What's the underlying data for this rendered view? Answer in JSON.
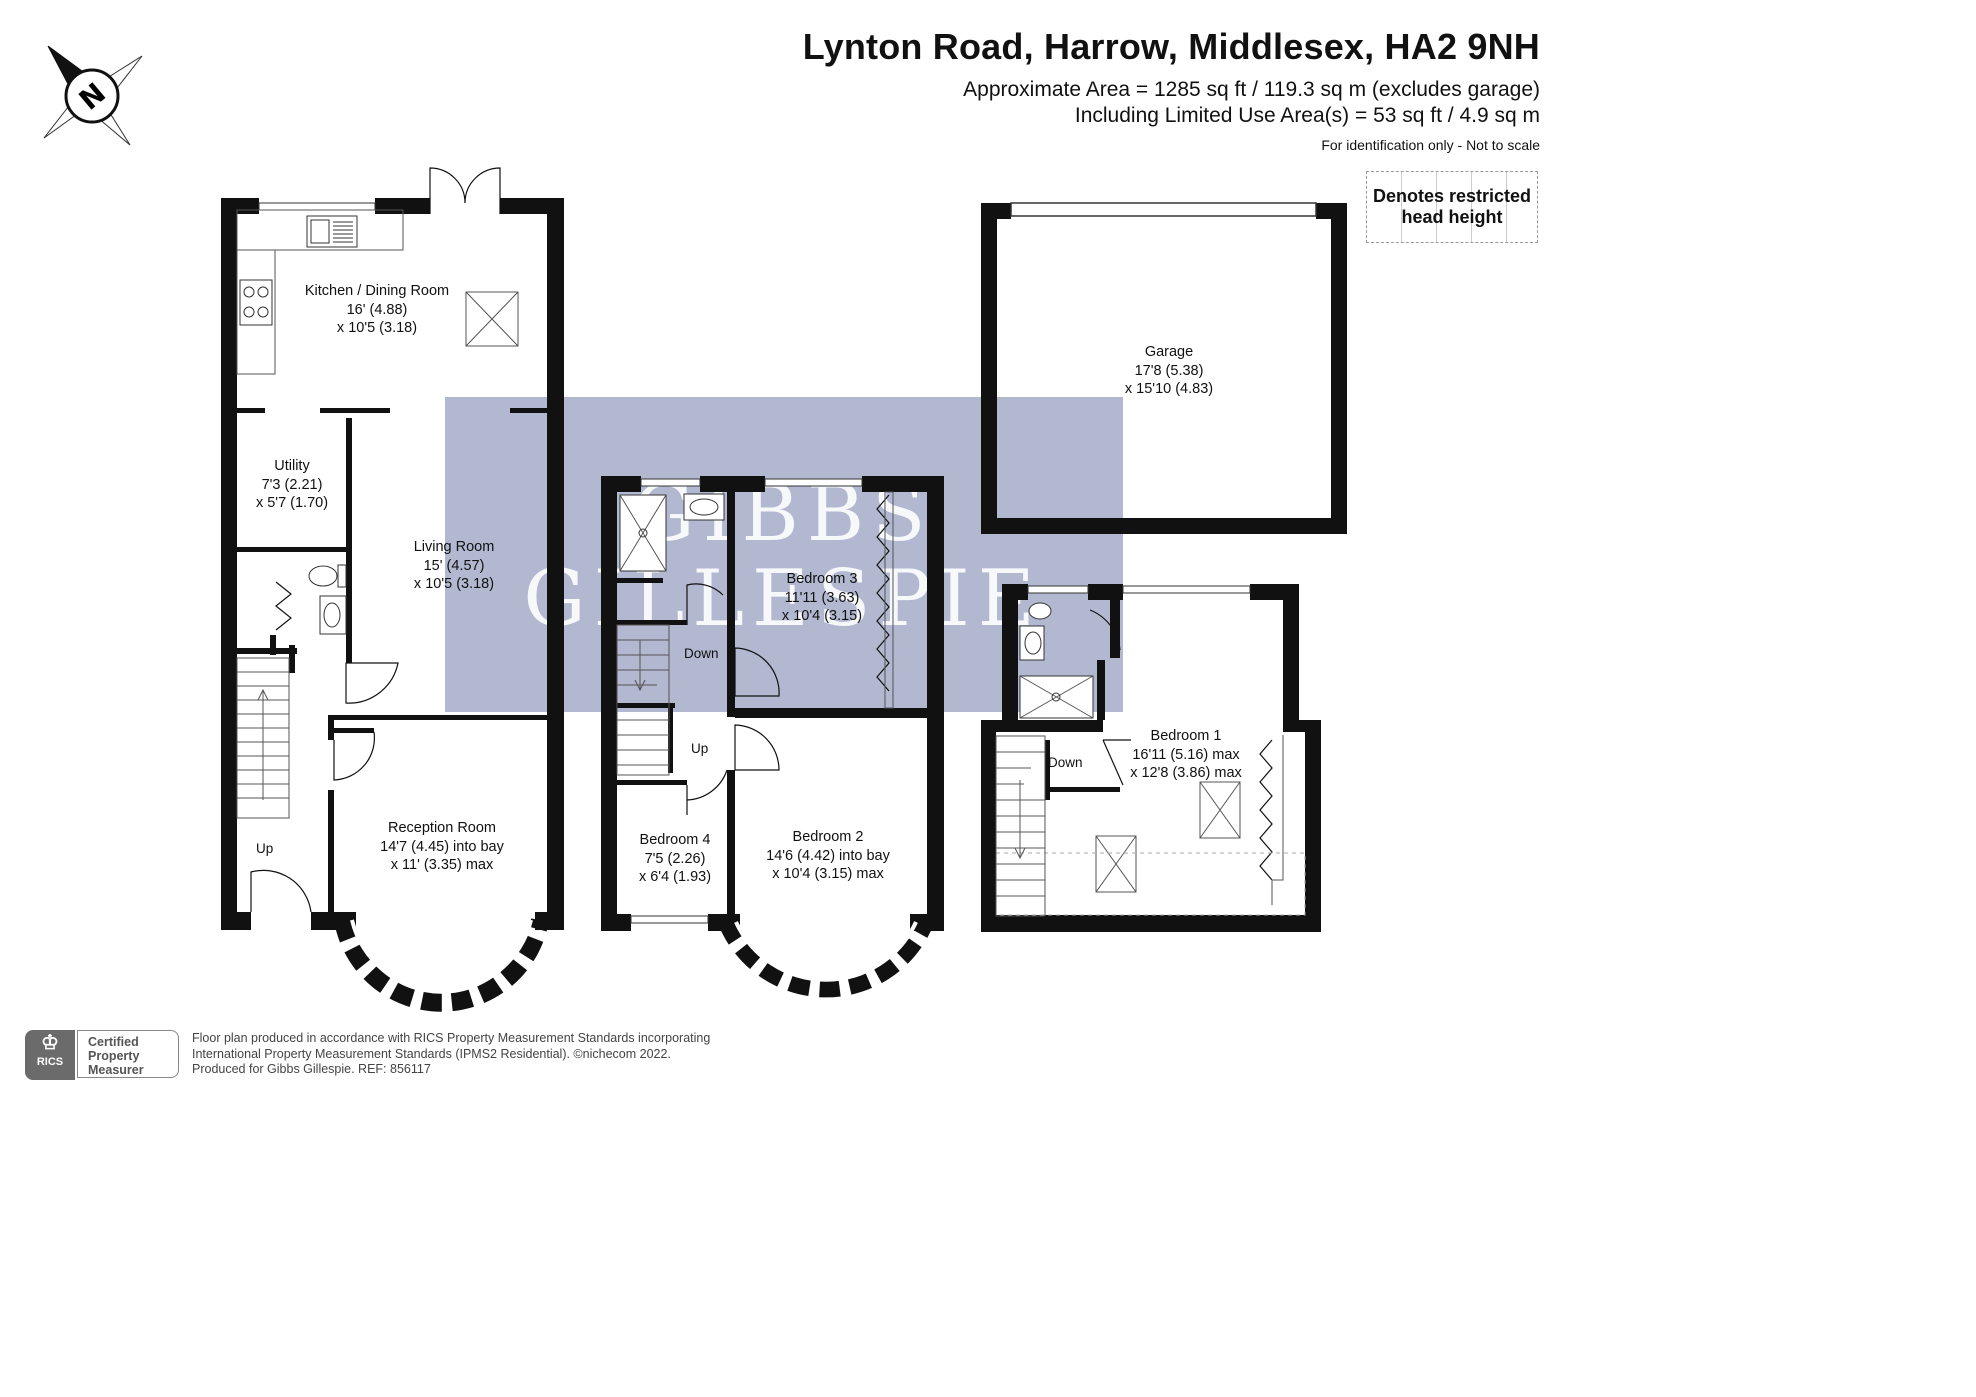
{
  "header": {
    "title": "Lynton Road, Harrow, Middlesex, HA2 9NH",
    "area": "Approximate Area = 1285 sq ft / 119.3 sq m (excludes garage)",
    "limited_use": "Including Limited Use Area(s) = 53 sq ft / 4.9 sq m",
    "note": "For identification only - Not to scale"
  },
  "legend": {
    "restricted": "Denotes restricted head height"
  },
  "compass": {
    "letter": "N"
  },
  "watermark": {
    "line1": "GIBBS",
    "line2": "GILLESPIE"
  },
  "rooms": {
    "kitchen": {
      "name": "Kitchen / Dining Room",
      "dim1": "16' (4.88)",
      "dim2": "x 10'5 (3.18)"
    },
    "utility": {
      "name": "Utility",
      "dim1": "7'3 (2.21)",
      "dim2": "x 5'7 (1.70)"
    },
    "living": {
      "name": "Living Room",
      "dim1": "15' (4.57)",
      "dim2": "x 10'5 (3.18)"
    },
    "reception": {
      "name": "Reception Room",
      "dim1": "14'7 (4.45) into bay",
      "dim2": "x 11' (3.35) max"
    },
    "garage": {
      "name": "Garage",
      "dim1": "17'8 (5.38)",
      "dim2": "x 15'10 (4.83)"
    },
    "bedroom3": {
      "name": "Bedroom 3",
      "dim1": "11'11 (3.63)",
      "dim2": "x 10'4 (3.15)"
    },
    "bedroom4": {
      "name": "Bedroom 4",
      "dim1": "7'5 (2.26)",
      "dim2": "x 6'4 (1.93)"
    },
    "bedroom2": {
      "name": "Bedroom 2",
      "dim1": "14'6 (4.42) into bay",
      "dim2": "x 10'4 (3.15) max"
    },
    "bedroom1": {
      "name": "Bedroom 1",
      "dim1": "16'11 (5.16) max",
      "dim2": "x 12'8 (3.86) max"
    }
  },
  "stairs": {
    "ground_up": "Up",
    "first_down": "Down",
    "first_up": "Up",
    "second_down": "Down"
  },
  "footer": {
    "line1": "Floor plan produced in accordance with RICS Property Measurement Standards incorporating",
    "line2": "International Property Measurement Standards (IPMS2 Residential).   ©nichecom 2022.",
    "line3": "Produced for Gibbs Gillespie.   REF:  856117",
    "rics_logo": "RICS",
    "rics_line1": "Certified",
    "rics_line2": "Property",
    "rics_line3": "Measurer"
  }
}
